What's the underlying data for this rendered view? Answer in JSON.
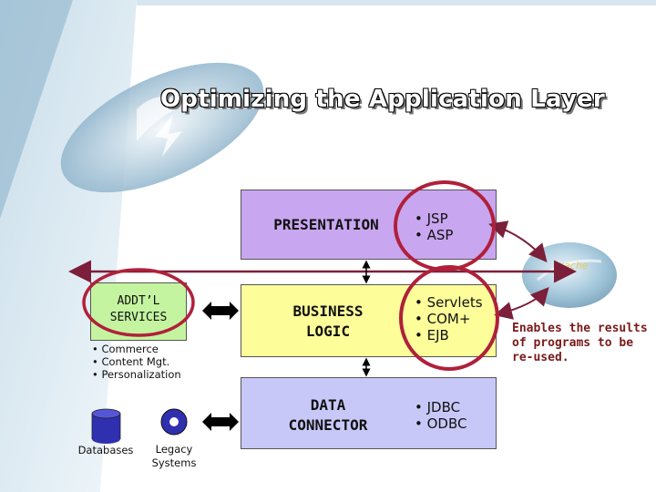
{
  "title": "Optimizing the Application Layer",
  "layers": {
    "presentation": {
      "label": "PRESENTATION",
      "bullets": [
        "JSP",
        "ASP"
      ]
    },
    "business": {
      "label_line1": "BUSINESS",
      "label_line2": "LOGIC",
      "bullets": [
        "Servlets",
        "COM+",
        "EJB"
      ]
    },
    "data": {
      "label_line1": "DATA",
      "label_line2": "CONNECTOR",
      "bullets": [
        "JDBC",
        "ODBC"
      ]
    }
  },
  "addl_services": {
    "line1": "ADDT’L",
    "line2": "SERVICES",
    "bullets": [
      "Commerce",
      "Content Mgt.",
      "Personalization"
    ]
  },
  "databases_label": "Databases",
  "legacy_label_line1": "Legacy",
  "legacy_label_line2": "Systems",
  "cache_label": "cache",
  "note": [
    "Enables the results",
    "of programs to be",
    "re-used."
  ],
  "colors": {
    "presentation_fill": "#c9a6f0",
    "business_fill": "#fdfd9a",
    "data_fill": "#c8c8f8",
    "addl_fill": "#c4f4a0",
    "arrow": "#7b1f3a",
    "highlight_circle": "#b0203a"
  }
}
